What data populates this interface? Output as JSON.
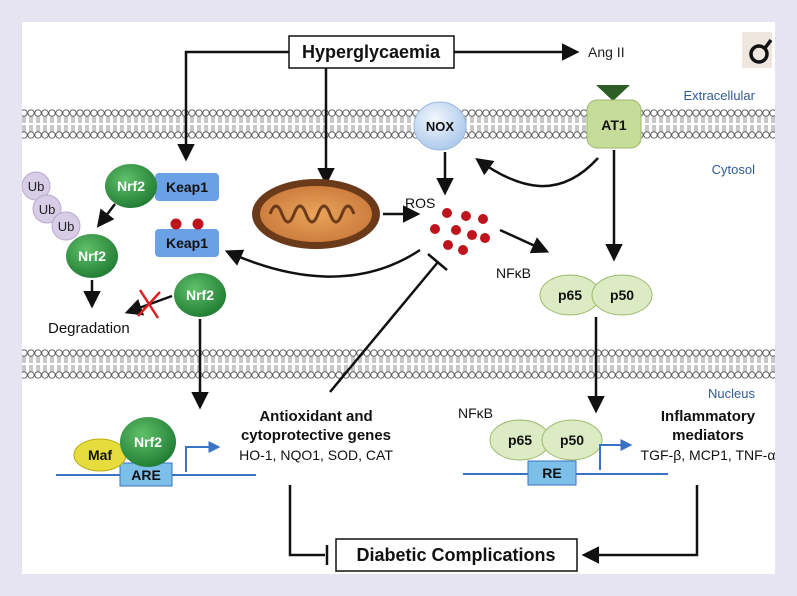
{
  "title": "Hyperglycaemia",
  "outcome": "Diabetic Complications",
  "compartments": {
    "extracellular": "Extracellular",
    "cytosol": "Cytosol",
    "nucleus": "Nucleus"
  },
  "nodes": {
    "ang_ii": "Ang II",
    "nox": "NOX",
    "at1": "AT1",
    "ros": "ROS",
    "ub": "Ub",
    "nrf2": "Nrf2",
    "keap1": "Keap1",
    "degradation": "Degradation",
    "nfkb": "NFκB",
    "p65": "p65",
    "p50": "p50",
    "maf": "Maf",
    "are": "ARE",
    "re": "RE"
  },
  "antioxidant_genes": {
    "title_line1": "Antioxidant and",
    "title_line2": "cytoprotective genes",
    "list": "HO-1, NQO1, SOD, CAT"
  },
  "inflammatory": {
    "title_line1": "Inflammatory",
    "title_line2": "mediators",
    "list": "TGF-β, MCP1, TNF-α"
  },
  "colors": {
    "nrf2_green": "#2e8b3e",
    "keap1_blue": "#6aa0e6",
    "ros_red": "#c0141c",
    "p65_p50_fill": "#dcebc4",
    "at1_fill": "#c6dd9a",
    "nox_fill": "#cfe0f4",
    "ub_fill": "#d7cde6",
    "maf_fill": "#e6dc3c",
    "are_fill": "#7cc0ea",
    "dna_line": "#3a72c4",
    "label_blue": "#2f5a99"
  }
}
